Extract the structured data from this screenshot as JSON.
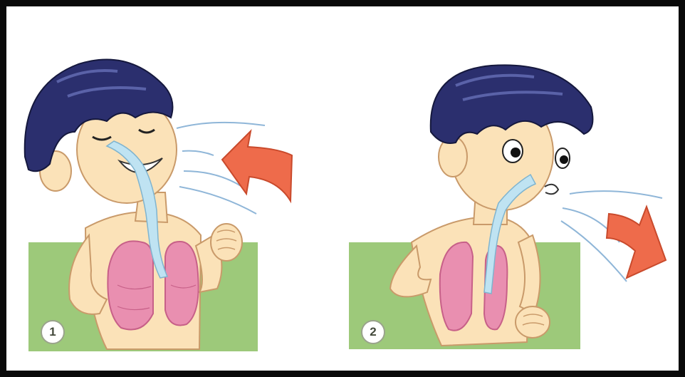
{
  "panels": [
    {
      "number": "1",
      "action": "inhale"
    },
    {
      "number": "2",
      "action": "exhale"
    }
  ],
  "colors": {
    "background_panel": "#9dc97a",
    "skin": "#fbe2b8",
    "hair": "#2b2f6e",
    "lungs": "#e98fb0",
    "airway": "#bfe3f2",
    "arrow": "#ee6b4b",
    "airflow": "#8fb6d8"
  }
}
